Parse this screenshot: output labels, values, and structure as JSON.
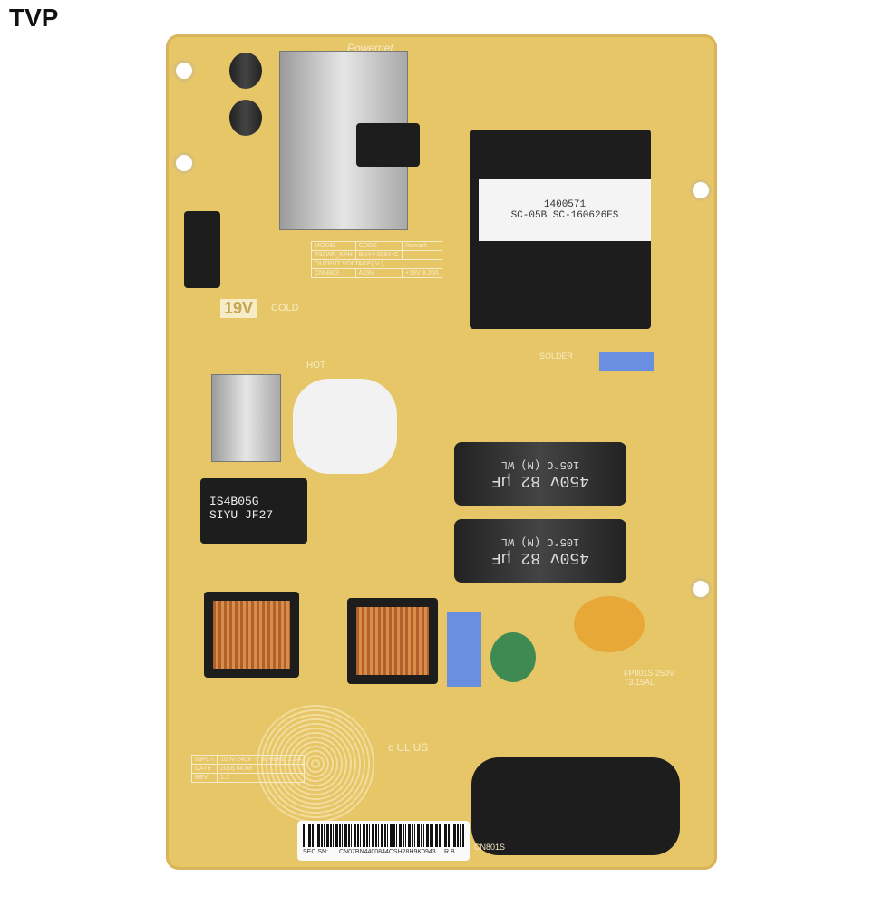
{
  "watermark": "TVP",
  "board": {
    "brand_logo": "Powernet",
    "voltage_badge": "19V",
    "cold_label": "COLD",
    "hot_label": "HOT",
    "solder_label": "SOLDER",
    "transformer": {
      "line1": "1400571",
      "line2": "SC-05B SC-160626ES"
    },
    "capacitors": [
      {
        "voltage": "450v",
        "capacitance": "82 µF",
        "rating": "105°C (M)",
        "brand": "WL"
      },
      {
        "voltage": "450v",
        "capacitance": "82 µF",
        "rating": "105°C (M)",
        "brand": "WL"
      }
    ],
    "bridge_rectifier": {
      "line1": "IS4B05G",
      "line2": "SIYU JF27"
    },
    "model_table": {
      "headers": [
        "MODEL",
        "CODE",
        "Remark"
      ],
      "model": "P32WF_KPH",
      "code": "BN44-00844C",
      "output_label": "OUTPUT VOLTAGE( V )",
      "connector": "CNN803",
      "pin": "A19V",
      "output": "+19V",
      "current": "3.20A"
    },
    "input_table": [
      [
        "INPUT",
        "100V-240V ~, 50-60Hz, 1.5A"
      ],
      [
        "DATE",
        "2016.04.08"
      ],
      [
        "REV",
        "1.1"
      ]
    ],
    "fuse_label": "FP801S 250V T3.15AL",
    "power_connector_label": "CN801S",
    "ul_mark": "c UL US",
    "barcode": {
      "prefix": "SEC SN:",
      "serial": "CN07BN4400844CSH28H9K0943",
      "suffix": "R B"
    }
  },
  "colors": {
    "board": "#e7c667",
    "silkscreen": "#f6ecc8",
    "component": "#1d1d1d"
  }
}
